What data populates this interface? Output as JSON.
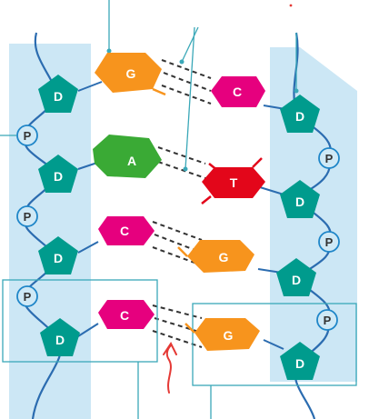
{
  "diagram": {
    "sugar_label": "D",
    "phosphate_label": "P",
    "base_pairs": [
      {
        "left": "G",
        "right": "C",
        "left_color": "#f7941d",
        "right_color": "#e6007e",
        "bonds": 3
      },
      {
        "left": "A",
        "right": "T",
        "left_color": "#3aaa35",
        "right_color": "#e3061a",
        "bonds": 2
      },
      {
        "left": "C",
        "right": "G",
        "left_color": "#e6007e",
        "right_color": "#f7941d",
        "bonds": 3
      },
      {
        "left": "C",
        "right": "G",
        "left_color": "#e6007e",
        "right_color": "#f7941d",
        "bonds": 3
      }
    ],
    "colors": {
      "sugar": "#009b8d",
      "phosphate_fill": "#cfe9f6",
      "phosphate_stroke": "#1f86c8",
      "backbone": "#2b6cb0",
      "band": "#cce7f5",
      "leader": "#3aa8b8",
      "annotation_arrow": "#e53935"
    }
  }
}
